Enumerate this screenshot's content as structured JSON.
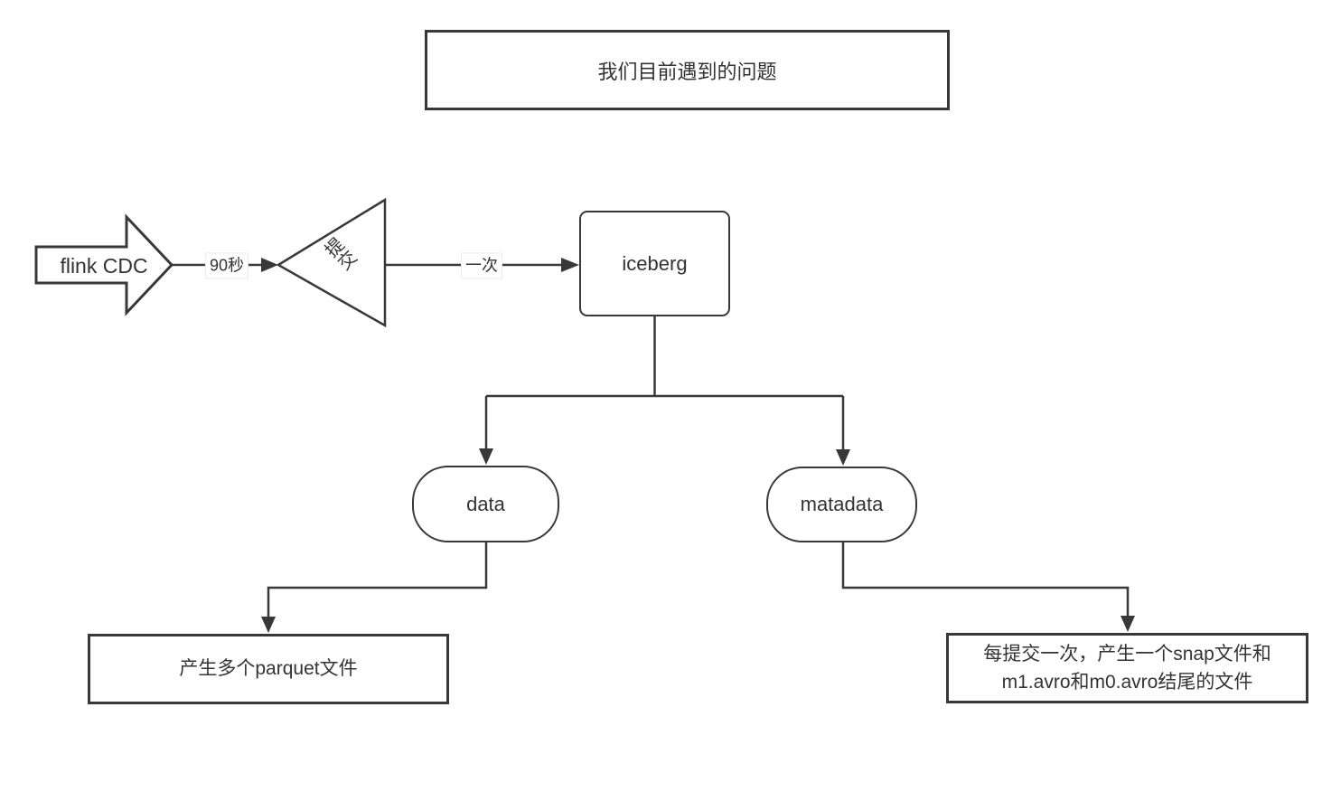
{
  "diagram": {
    "title": "我们目前遇到的问题",
    "nodes": {
      "flink": {
        "label": "flink CDC",
        "shape": "block-arrow"
      },
      "commit": {
        "label": "提交",
        "shape": "triangle"
      },
      "iceberg": {
        "label": "iceberg",
        "shape": "rounded-rect"
      },
      "data": {
        "label": "data",
        "shape": "pill"
      },
      "matadata": {
        "label": "matadata",
        "shape": "pill"
      },
      "parquet_box": {
        "label": "产生多个parquet文件",
        "shape": "rect"
      },
      "snap_box": {
        "shape": "rect",
        "lines": [
          "每提交一次，产生一个snap文件和",
          "m1.avro和m0.avro结尾的文件"
        ]
      }
    },
    "edge_labels": {
      "interval": "90秒",
      "once": "一次"
    },
    "colors": {
      "stroke": "#383838",
      "fill": "#ffffff",
      "text": "#333333",
      "edge_label_border": "#ececec"
    }
  }
}
